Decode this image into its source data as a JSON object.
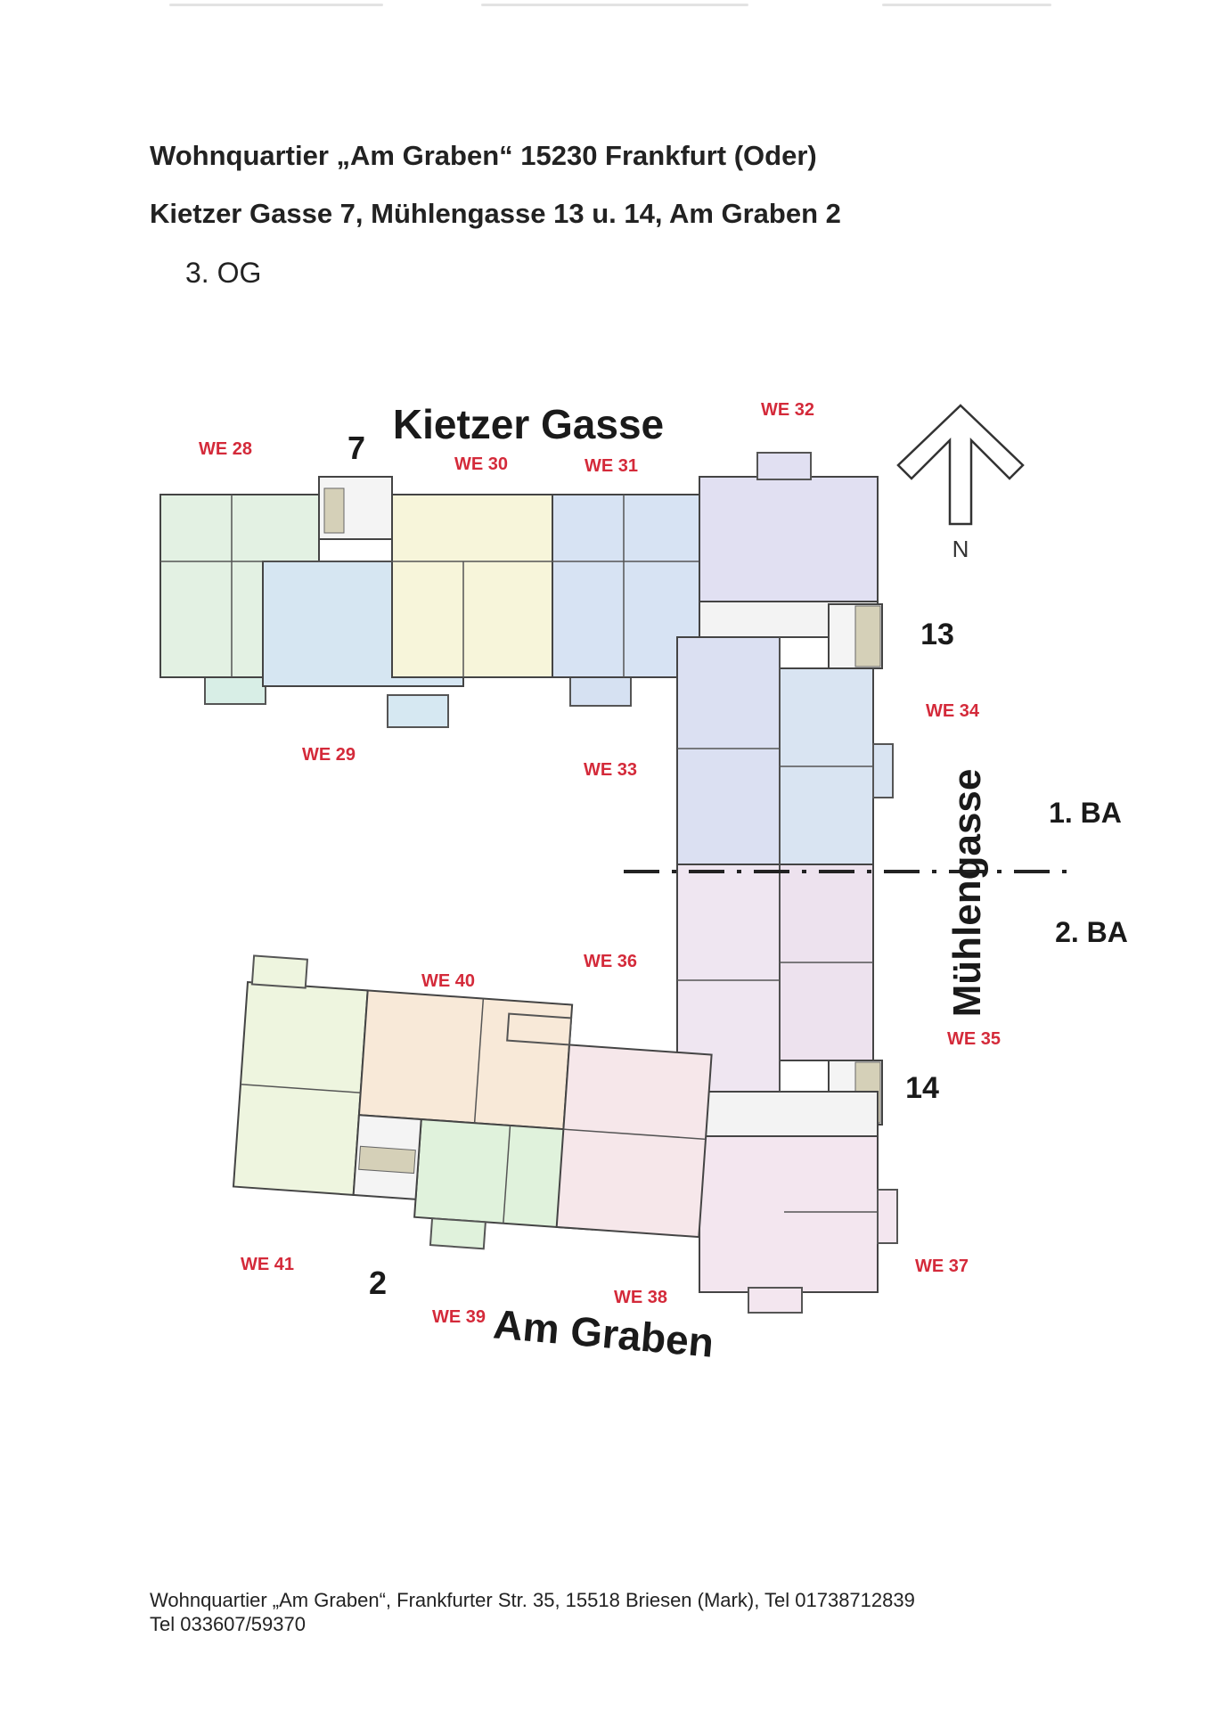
{
  "header": {
    "title_line1": "Wohnquartier „Am Graben“ 15230 Frankfurt (Oder)",
    "title_line2": "Kietzer Gasse 7, Mühlengasse 13 u. 14, Am Graben 2",
    "floor": "3. OG"
  },
  "plan": {
    "streets": {
      "north": "Kietzer Gasse",
      "east": "Mühlengasse",
      "south": "Am Graben"
    },
    "house_numbers": {
      "kietzer": "7",
      "muehlen_north": "13",
      "muehlen_south": "14",
      "graben": "2"
    },
    "construction_phases": {
      "first": "1. BA",
      "second": "2. BA"
    },
    "north_label": "N",
    "units": [
      "WE 28",
      "WE 29",
      "WE 30",
      "WE 31",
      "WE 32",
      "WE 33",
      "WE 34",
      "WE 35",
      "WE 36",
      "WE 37",
      "WE 38",
      "WE 39",
      "WE 40",
      "WE 41"
    ],
    "unit_label_color": "#d42a3a",
    "unit_colors": {
      "WE 28": "#e3f1e3",
      "WE 29": "#d6e6f2",
      "WE 30": "#f7f5da",
      "WE 31": "#d7e3f3",
      "WE 32": "#e1e0f2",
      "WE 33": "#dbe0f2",
      "WE 34": "#d9e4f2",
      "WE 35": "#ede2ee",
      "WE 36": "#efe6f1",
      "WE 37": "#f3e6ef",
      "WE 38": "#f6e7ea",
      "WE 39": "#e0f2dc",
      "WE 40": "#f8e9d8",
      "WE 41": "#eef5df"
    }
  },
  "footer": {
    "line1": "Wohnquartier „Am Graben“, Frankfurter Str. 35, 15518 Briesen (Mark), Tel 01738712839",
    "line2": "Tel 033607/59370"
  }
}
